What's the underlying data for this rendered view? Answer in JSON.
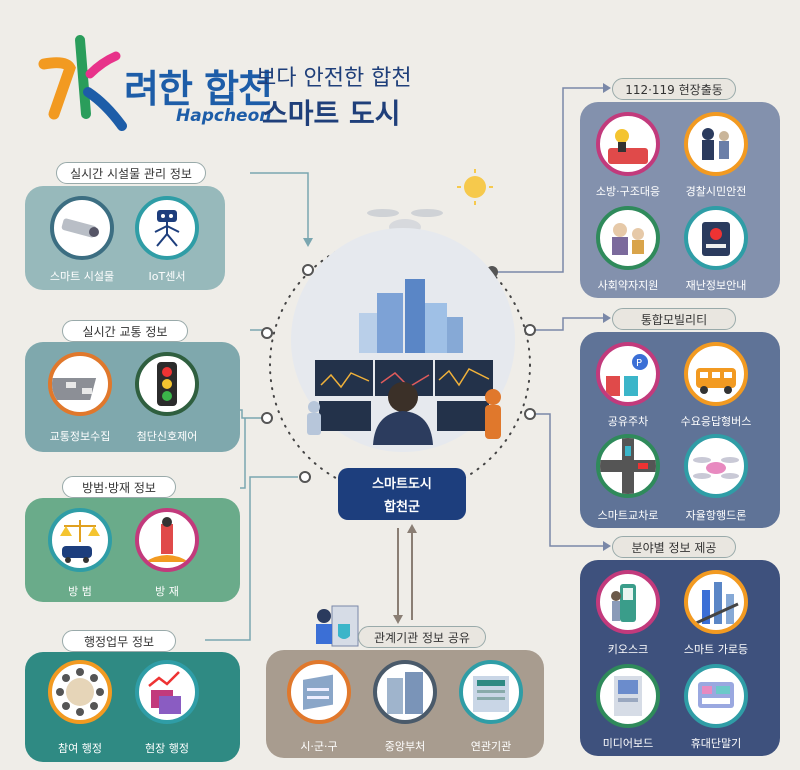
{
  "brand": {
    "logo_text": "려한 합천",
    "logo_sub": "Hapcheon",
    "slogan_line1": "보다 안전한 합천",
    "slogan_line2": "스마트 도시"
  },
  "center": {
    "line1": "스마트도시",
    "line2": "합천군"
  },
  "left_sections": [
    {
      "title": "실시간 시설물 관리 정보",
      "items": [
        "스마트 시설물",
        "IoT센서"
      ]
    },
    {
      "title": "실시간 교통 정보",
      "items": [
        "교통정보수집",
        "첨단신호제어"
      ]
    },
    {
      "title": "방범·방재 정보",
      "items": [
        "방 범",
        "방 재"
      ]
    },
    {
      "title": "행정업무 정보",
      "items": [
        "참여 행정",
        "현장 행정"
      ]
    }
  ],
  "right_sections": [
    {
      "title": "112·119 현장출동",
      "items": [
        "소방·구조대응",
        "경찰시민안전",
        "사회약자지원",
        "재난정보안내"
      ]
    },
    {
      "title": "통합모빌리티",
      "items": [
        "공유주차",
        "수요응답형버스",
        "스마트교차로",
        "자율항행드론"
      ]
    },
    {
      "title": "분야별 정보 제공",
      "items": [
        "키오스크",
        "스마트 가로등",
        "미디어보드",
        "휴대단말기"
      ]
    }
  ],
  "bottom_section": {
    "title": "관계기관 정보 공유",
    "items": [
      "시·군·구",
      "중앙부처",
      "연관기관"
    ]
  },
  "colors": {
    "left_panel_1": "#97b9bb",
    "left_panel_2": "#7fa8ad",
    "left_panel_3": "#6aab8a",
    "left_panel_4": "#2f8a83",
    "right_panel_1": "#8391ad",
    "right_panel_2": "#5f7397",
    "right_panel_3": "#3e517d",
    "bottom_panel": "#a89c8f",
    "center_box": "#1d3e7d"
  }
}
